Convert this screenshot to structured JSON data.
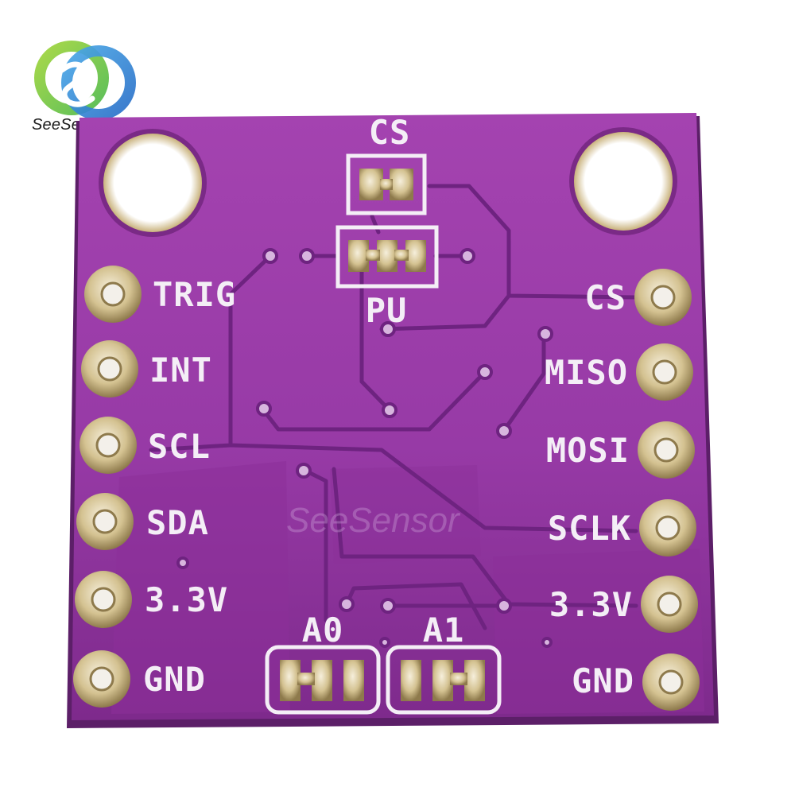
{
  "brand": {
    "logo_text": "SeeSensor",
    "watermark_text": "SeeSensor",
    "colors": {
      "logo_green": "#8ccf3a",
      "logo_blue": "#2f8fd6",
      "board": "#9a3aa8",
      "board_dark": "#7a2488",
      "silk": "#f4eef6",
      "gold": "#d8c79a"
    }
  },
  "board": {
    "top_labels": {
      "cs_jumper": "CS",
      "pu_jumper": "PU"
    },
    "left_pins": [
      "TRIG",
      "INT",
      "SCL",
      "SDA",
      "3.3V",
      "GND"
    ],
    "right_pins": [
      "CS",
      "MISO",
      "MOSI",
      "SCLK",
      "3.3V",
      "GND"
    ],
    "bottom_jumpers": [
      "A0",
      "A1"
    ]
  }
}
